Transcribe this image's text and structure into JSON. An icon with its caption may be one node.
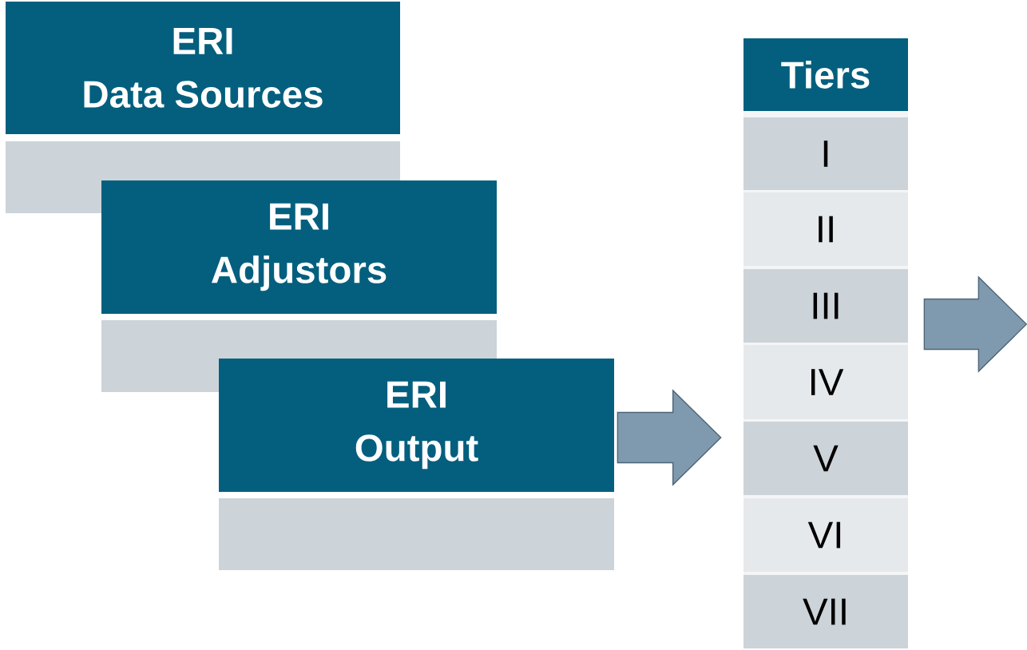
{
  "diagram": {
    "nodes": [
      {
        "text": [
          "ERI",
          "Data Sources"
        ]
      },
      {
        "text": [
          "ERI",
          "Adjustors"
        ]
      },
      {
        "text": [
          "ERI",
          "Output"
        ]
      },
      {
        "text": [
          "Tiers"
        ]
      },
      {
        "text": [
          "I"
        ],
        "in": 3
      },
      {
        "text": [
          "II"
        ],
        "in": 3
      },
      {
        "text": [
          "III"
        ],
        "in": 3
      },
      {
        "text": [
          "IV"
        ],
        "in": 3
      },
      {
        "text": [
          "V"
        ],
        "in": 3
      },
      {
        "text": [
          "VI"
        ],
        "in": 3
      },
      {
        "text": [
          "VII"
        ],
        "in": 3
      }
    ],
    "edges": [
      {
        "from": 2,
        "to": 3,
        "arrow": "to"
      },
      {
        "from": 3,
        "to": null,
        "arrow": "to"
      }
    ]
  }
}
